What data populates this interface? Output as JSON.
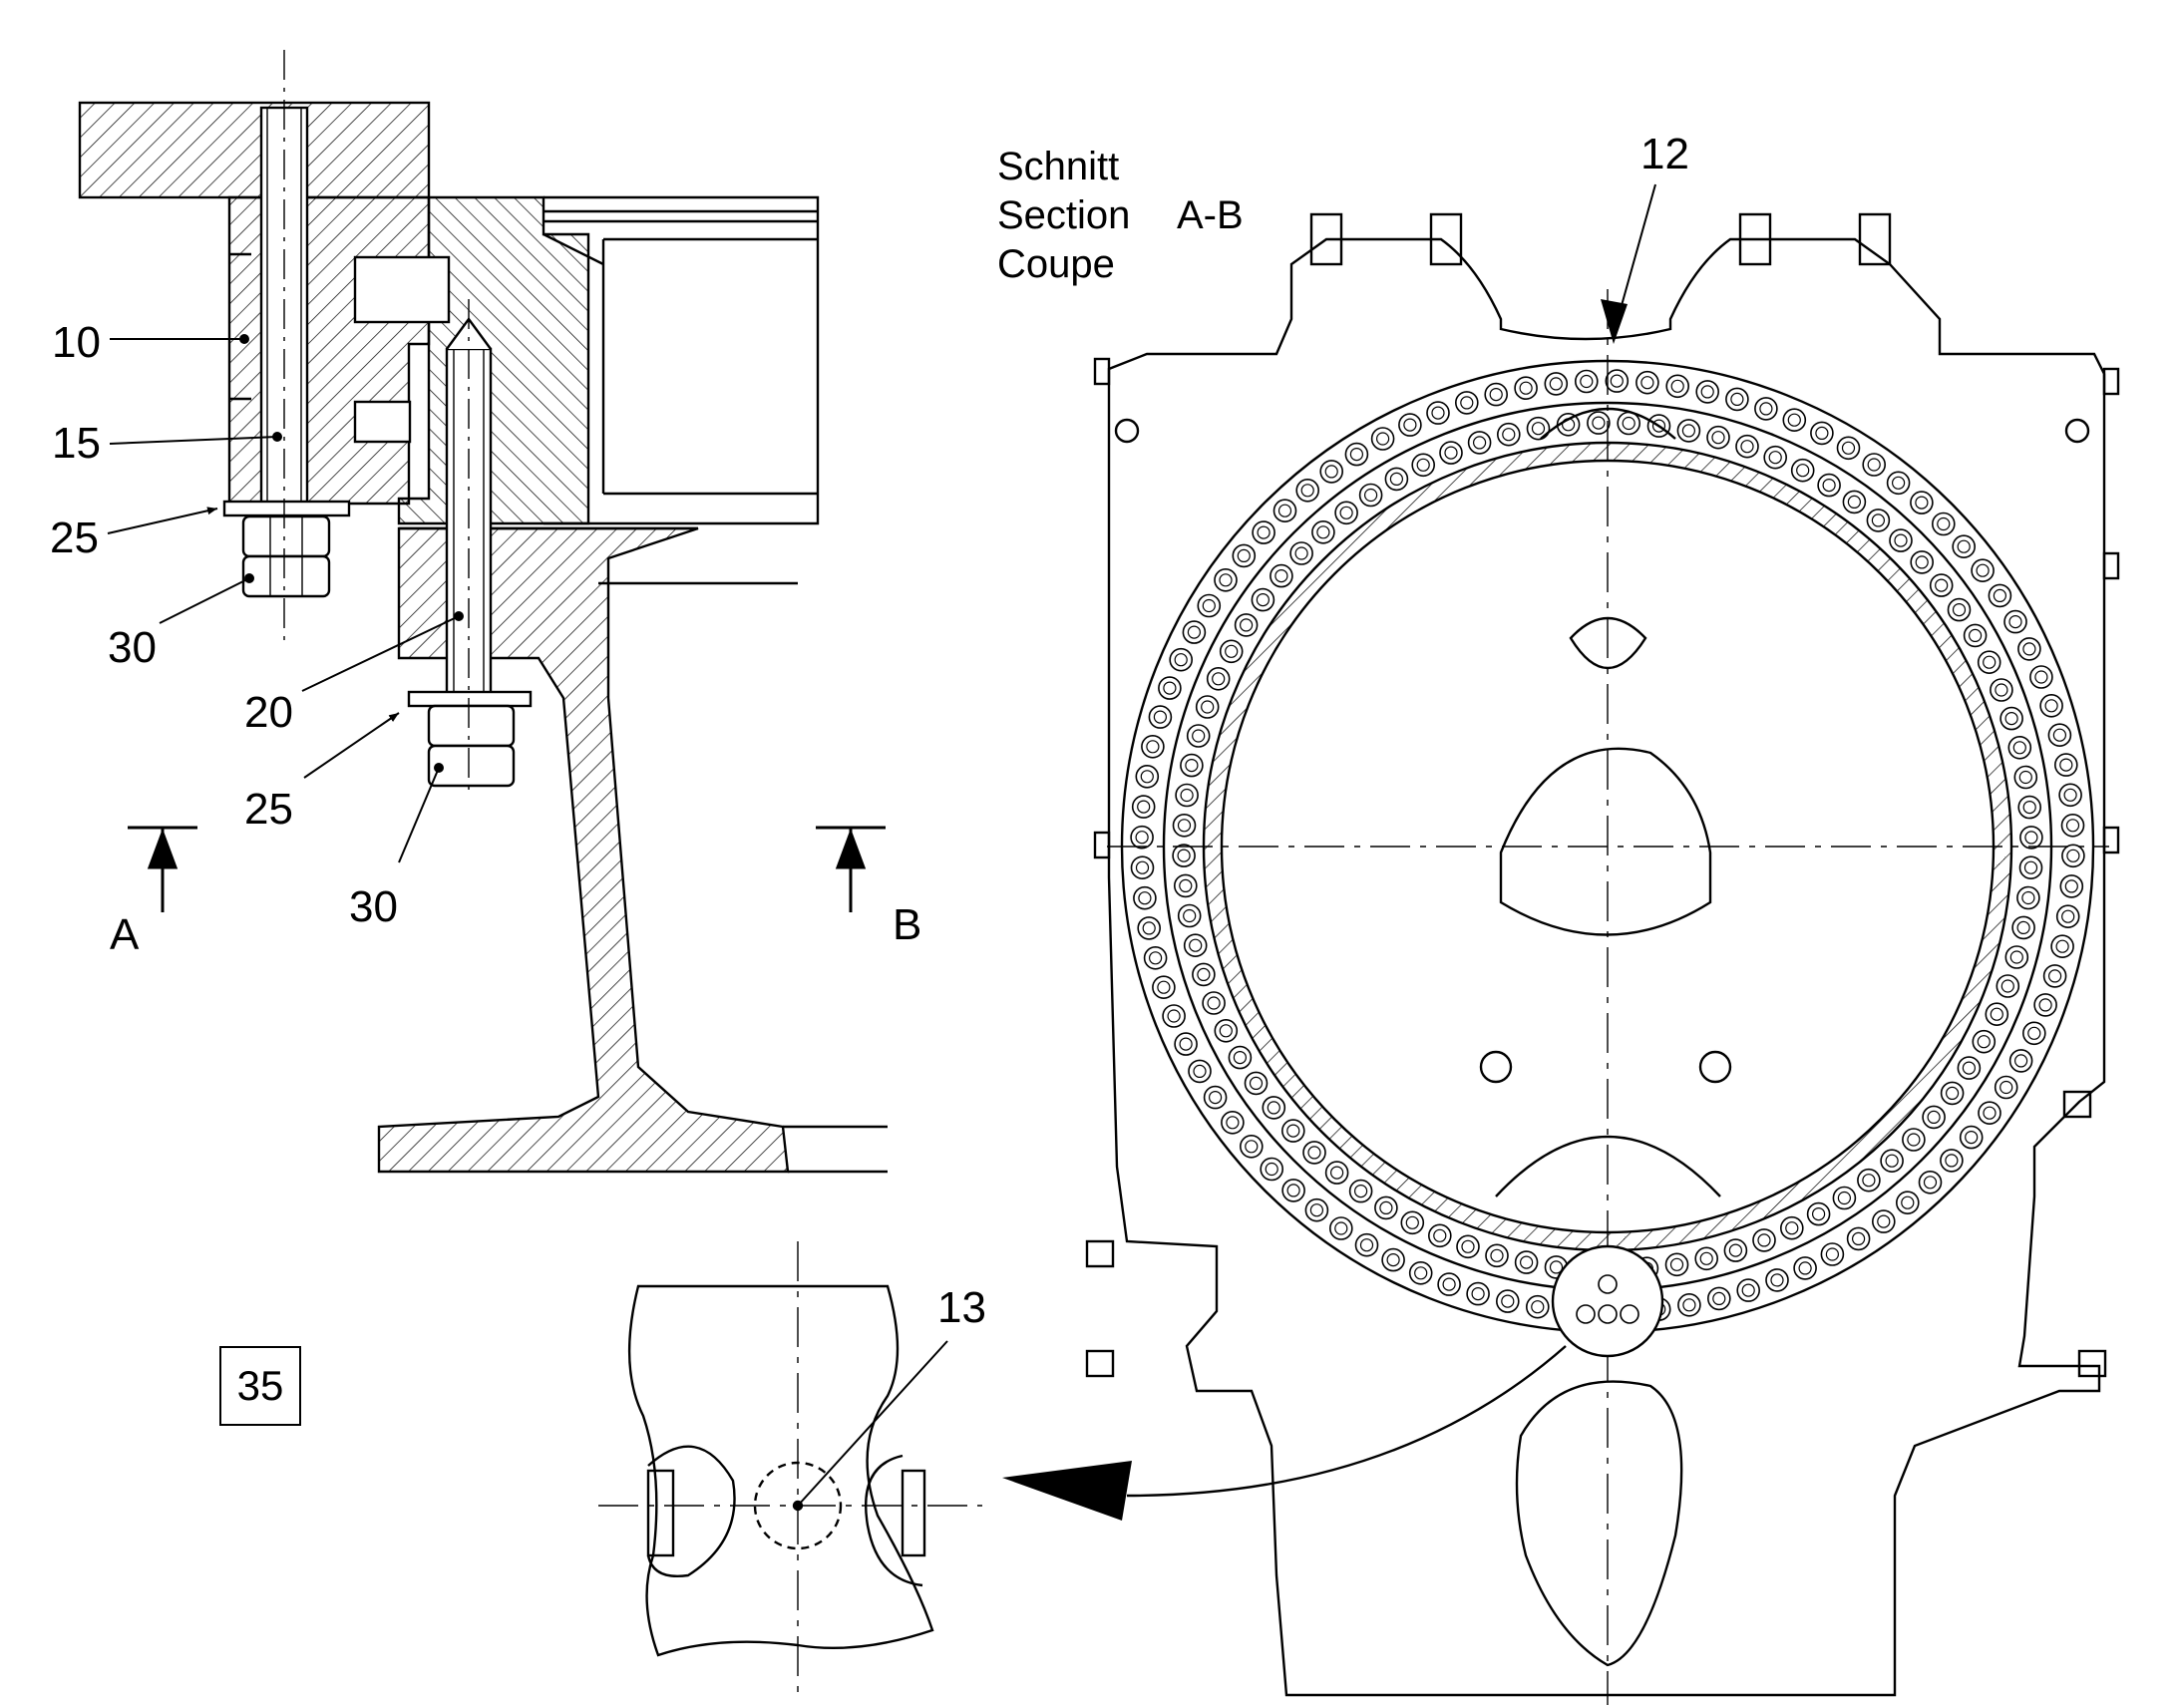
{
  "section_heading": {
    "line1": "Schnitt",
    "line2": "Section",
    "line3": "Coupe",
    "section_id": "A-B"
  },
  "callouts": {
    "c10": "10",
    "c15": "15",
    "c25a": "25",
    "c30a": "30",
    "c20": "20",
    "c25b": "25",
    "c30b": "30",
    "c12": "12",
    "c13": "13"
  },
  "cut_markers": {
    "a": "A",
    "b": "B"
  },
  "sheet_box": "35",
  "colors": {
    "ink": "#000000",
    "paper": "#ffffff"
  }
}
